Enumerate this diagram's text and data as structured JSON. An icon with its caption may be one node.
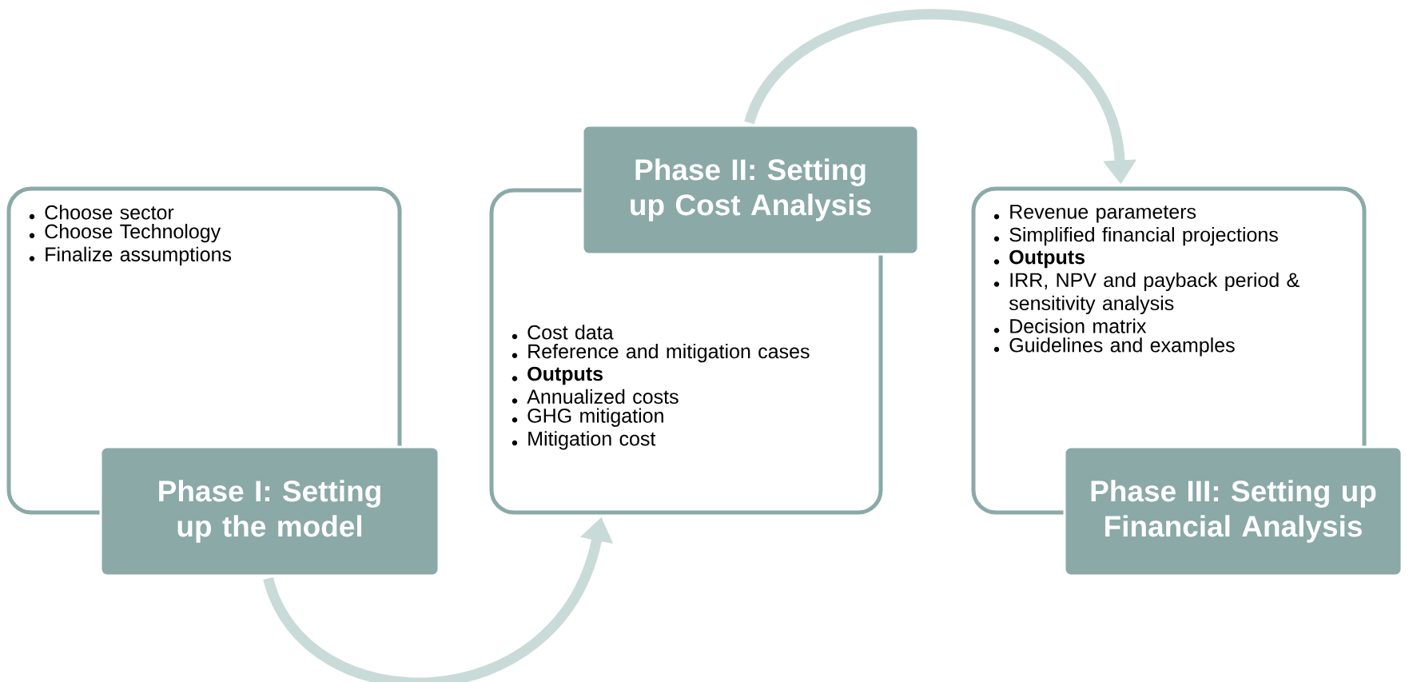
{
  "diagram": {
    "nodes": [
      {
        "text": [
          "Choose sector",
          "Choose Technology",
          "Finalize assumptions"
        ]
      },
      {
        "text": [
          "Phase I: Setting up the model"
        ]
      },
      {
        "text": [
          "Phase II: Setting up Cost Analysis"
        ]
      },
      {
        "text": [
          "Cost data",
          "Reference and mitigation cases",
          "**Outputs**",
          "Annualized costs",
          "GHG mitigation",
          "Mitigation cost"
        ]
      },
      {
        "text": [
          "Revenue parameters",
          "Simplified financial projections",
          "**Outputs**",
          "IRR, NPV and payback period & sensitivity analysis",
          "Decision matrix",
          "Guidelines and examples"
        ]
      },
      {
        "text": [
          "Phase III: Setting up Financial Analysis"
        ]
      }
    ],
    "edges": [
      {
        "from": 1,
        "to": 3,
        "arrow": "to"
      },
      {
        "from": 2,
        "to": 4,
        "arrow": "to"
      }
    ]
  }
}
